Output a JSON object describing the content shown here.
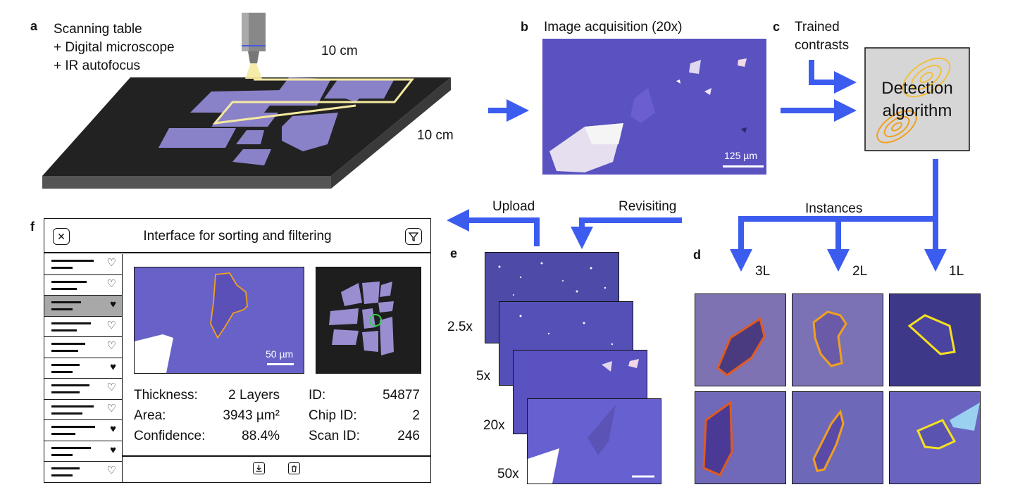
{
  "panels": {
    "a": {
      "letter": "a",
      "lines": [
        "Scanning table",
        "+ Digital microscope",
        "+ IR autofocus"
      ],
      "dim_top": "10 cm",
      "dim_right": "10 cm"
    },
    "b": {
      "letter": "b",
      "title": "Image acquisition (20x)",
      "scalebar": "125 µm"
    },
    "c": {
      "letter": "c",
      "trained": [
        "Trained",
        "contrasts"
      ],
      "box": [
        "Detection",
        "algorithm"
      ]
    },
    "d": {
      "letter": "d",
      "instances": "Instances",
      "layers": [
        "3L",
        "2L",
        "1L"
      ]
    },
    "e": {
      "letter": "e",
      "upload": "Upload",
      "revisiting": "Revisiting",
      "mags": [
        "2.5x",
        "5x",
        "20x",
        "50x"
      ]
    },
    "f": {
      "letter": "f",
      "title": "Interface for sorting and filtering",
      "close_icon": "close-icon",
      "filter_icon": "filter-icon",
      "scalebar": "50 µm",
      "thickness_label": "Thickness:",
      "thickness_value": "2 Layers",
      "area_label": "Area:",
      "area_value": "3943 µm²",
      "confidence_label": "Confidence:",
      "confidence_value": "88.4%",
      "id_label": "ID:",
      "id_value": "54877",
      "chip_label": "Chip ID:",
      "chip_value": "2",
      "scan_label": "Scan ID:",
      "scan_value": "246",
      "favorites": [
        false,
        false,
        true,
        false,
        false,
        true,
        false,
        false,
        true,
        true,
        false
      ],
      "heart_empty": "♡",
      "heart_full": "♥",
      "download_icon": "download-icon",
      "delete_icon": "trash-icon"
    }
  },
  "colors": {
    "arrow": "#3c5cf0",
    "substrate": "#5a52c0",
    "orange": "#f0a020",
    "yellow": "#f5e020",
    "red_orange": "#e05a20"
  }
}
